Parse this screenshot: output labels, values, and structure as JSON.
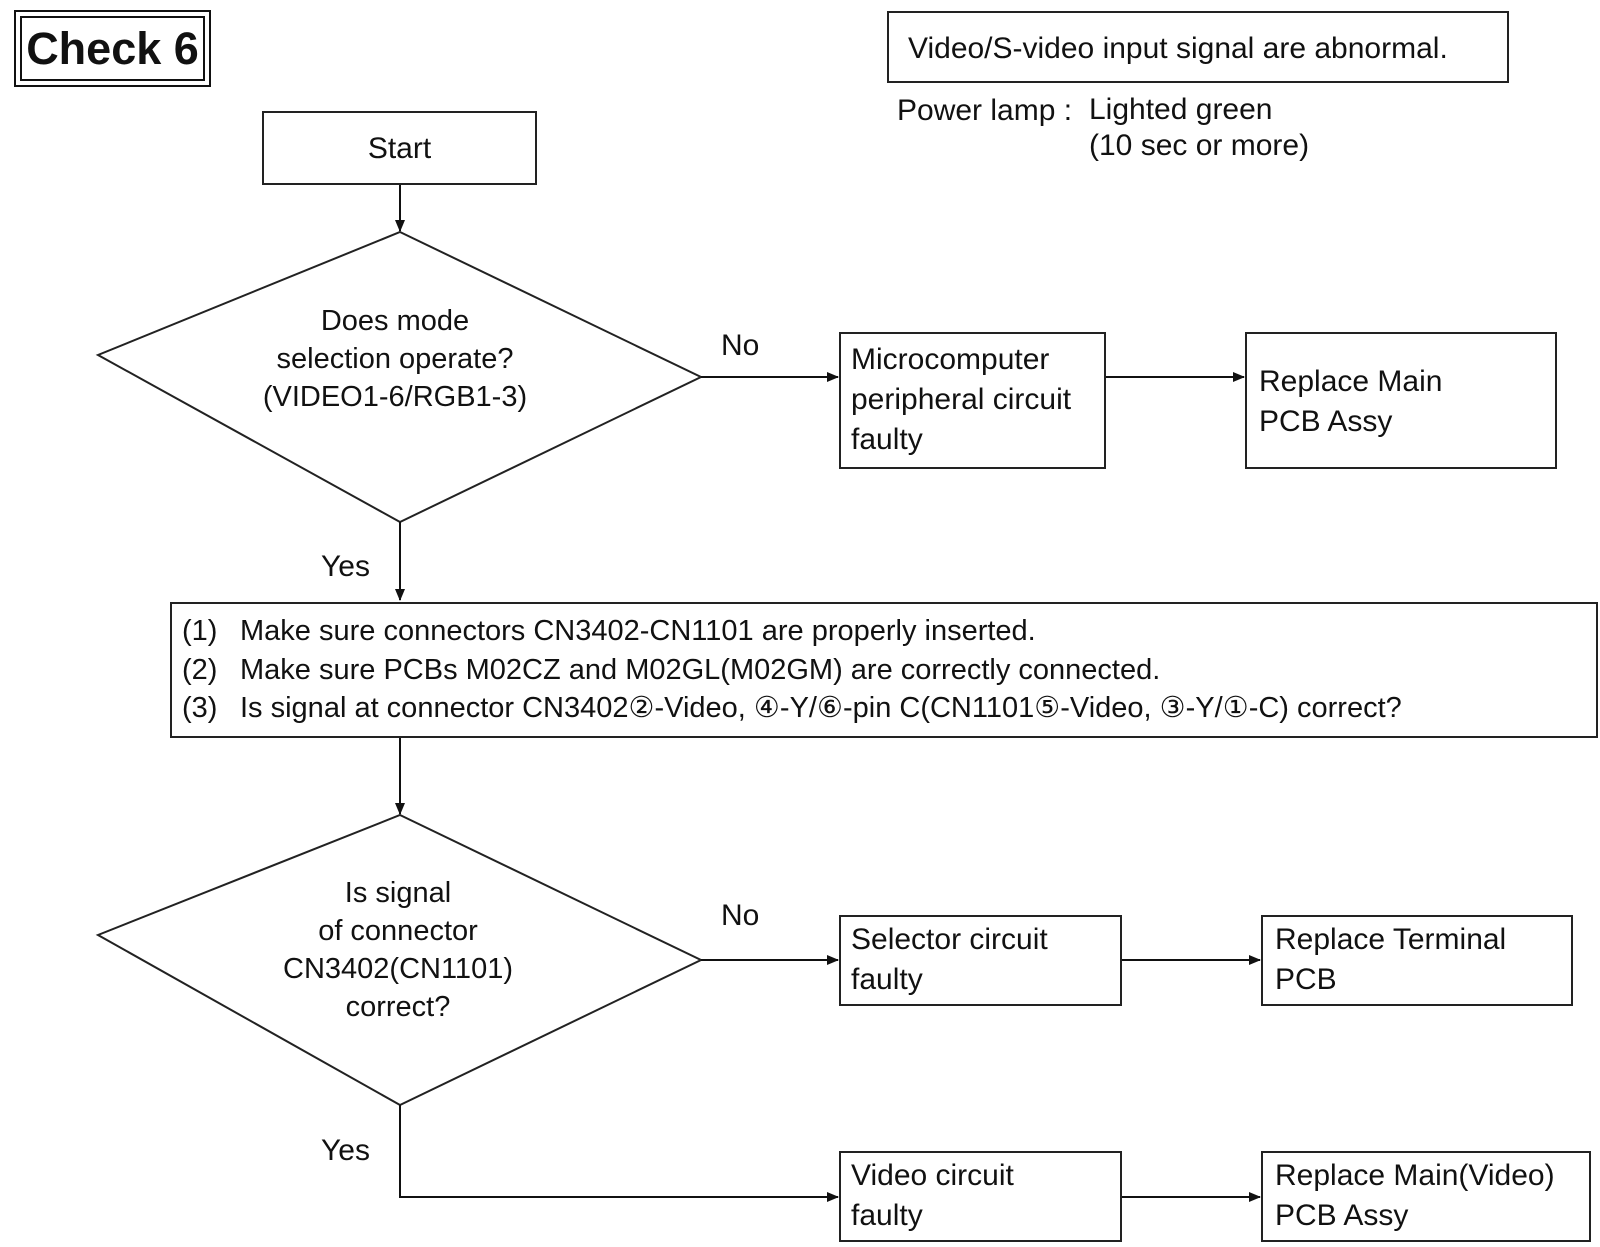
{
  "title": "Check 6",
  "condition": {
    "symptom": "Video/S-video input signal are abnormal.",
    "power_lamp_label": "Power lamp :",
    "power_lamp_value": [
      "Lighted green",
      "(10 sec or more)"
    ]
  },
  "start": "Start",
  "decision1": {
    "lines": [
      "Does mode",
      "selection operate?",
      "(VIDEO1-6/RGB1-3)"
    ],
    "no_label": "No",
    "yes_label": "Yes"
  },
  "fault1": [
    "Microcomputer",
    "peripheral circuit",
    "faulty"
  ],
  "action1": [
    "Replace Main",
    "PCB Assy"
  ],
  "checks": [
    {
      "num": "(1)",
      "text": "Make sure connectors CN3402-CN1101 are properly inserted."
    },
    {
      "num": "(2)",
      "text": "Make sure PCBs M02CZ and M02GL(M02GM) are correctly connected."
    },
    {
      "num": "(3)",
      "text": "Is signal at connector CN3402②-Video, ④-Y/⑥-pin C(CN1101⑤-Video, ③-Y/①-C) correct?"
    }
  ],
  "decision2": {
    "lines": [
      "Is signal",
      "of connector",
      "CN3402(CN1101)",
      "correct?"
    ],
    "no_label": "No",
    "yes_label": "Yes"
  },
  "fault2": [
    "Selector circuit",
    "faulty"
  ],
  "action2": [
    "Replace Terminal",
    "PCB"
  ],
  "fault3": [
    "Video circuit",
    "faulty"
  ],
  "action3": [
    "Replace Main(Video)",
    "PCB Assy"
  ]
}
